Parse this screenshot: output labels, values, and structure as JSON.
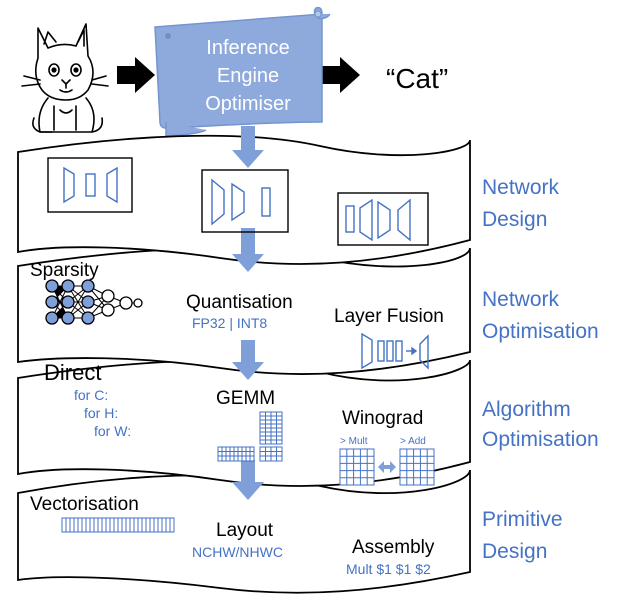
{
  "colors": {
    "accent_blue": "#4472c4",
    "scroll_fill": "#8ea9db",
    "scroll_edge": "#6f8fcc",
    "arrow_blue": "#7e9fd8",
    "ink": "#000000"
  },
  "optimiser": {
    "line1": "Inference",
    "line2": "Engine",
    "line3": "Optimiser"
  },
  "output_label": "“Cat”",
  "layers": [
    {
      "title_line1": "Network",
      "title_line2": "Design"
    },
    {
      "title_line1": "Network",
      "title_line2": "Optimisation"
    },
    {
      "title_line1": "Algorithm",
      "title_line2": "Optimisation"
    },
    {
      "title_line1": "Primitive",
      "title_line2": "Design"
    }
  ],
  "network_optimisation": {
    "sparsity": "Sparsity",
    "quantisation": "Quantisation",
    "quantisation_sub": "FP32 | INT8",
    "layer_fusion": "Layer Fusion"
  },
  "algorithm_optimisation": {
    "direct": "Direct",
    "loop1": "for C:",
    "loop2": "for H:",
    "loop3": "for W:",
    "gemm": "GEMM",
    "winograd": "Winograd",
    "mult_label": "> Mult",
    "add_label": "> Add"
  },
  "primitive_design": {
    "vectorisation": "Vectorisation",
    "layout": "Layout",
    "layout_sub": "NCHW/NHWC",
    "assembly": "Assembly",
    "assembly_sub": "Mult $1 $1 $2"
  },
  "icons": [
    "cat-illustration",
    "arrow-right-icon",
    "neural-network-icon",
    "fused-layer-icon",
    "swap-arrow-icon"
  ]
}
